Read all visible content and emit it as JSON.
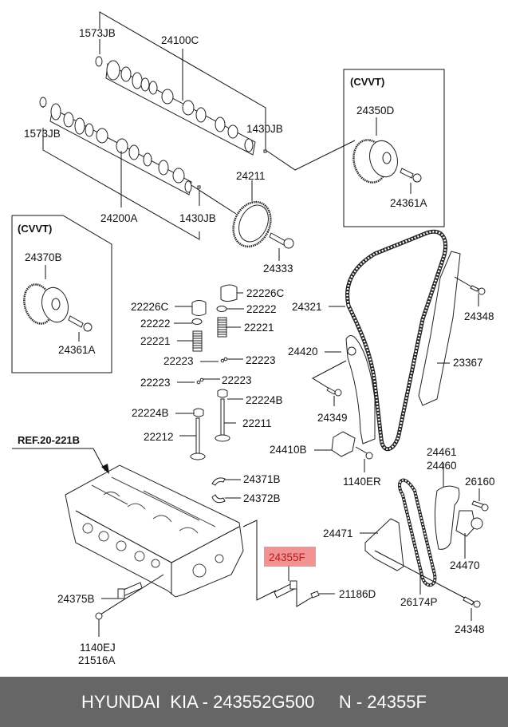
{
  "diagram": {
    "title": "Hyundai/Kia cylinder head, camshaft and timing chain exploded diagram",
    "highlight_color": "#f08080",
    "labels": {
      "p1573jb_top": "1573JB",
      "p24100c": "24100C",
      "p1430jb_top": "1430JB",
      "p1573jb_bot": "1573JB",
      "p24200a": "24200A",
      "p1430jb_bot": "1430JB",
      "p24211": "24211",
      "p24333": "24333",
      "cvvt_right_title": "(CVVT)",
      "p24350d": "24350D",
      "p24361a_right": "24361A",
      "cvvt_left_title": "(CVVT)",
      "p24370b": "24370B",
      "p24361a_left": "24361A",
      "p22226c_right": "22226C",
      "p22226c_left": "22226C",
      "p22222_right": "22222",
      "p22222_left": "22222",
      "p22221_right": "22221",
      "p22221_left": "22221",
      "p22223_a": "22223",
      "p22223_b": "22223",
      "p22223_c": "22223",
      "p22223_d": "22223",
      "p22224b_right": "22224B",
      "p22224b_left": "22224B",
      "p22211": "22211",
      "p22212": "22212",
      "p24321": "24321",
      "p24348_top": "24348",
      "p24420": "24420",
      "p23367": "23367",
      "p24349": "24349",
      "p24410b": "24410B",
      "p1140er": "1140ER",
      "p24461": "24461",
      "p24460": "24460",
      "p26160": "26160",
      "p24471": "24471",
      "p24470": "24470",
      "p26174p": "26174P",
      "p24348_bot": "24348",
      "p21186d": "21186D",
      "ref": "REF.20-221B",
      "p24371b": "24371B",
      "p24372b": "24372B",
      "p24355f": "24355F",
      "p24375b": "24375B",
      "p1140ej": "1140EJ",
      "p21516a": "21516A"
    }
  },
  "footer": {
    "brand": "HYUNDAI  KIA",
    "oem_number": "243552G500",
    "separator": " - ",
    "ref_prefix": "N",
    "ref_number": "24355F",
    "text": "HYUNDAI  KIA - 243552G500     N - 24355F"
  }
}
